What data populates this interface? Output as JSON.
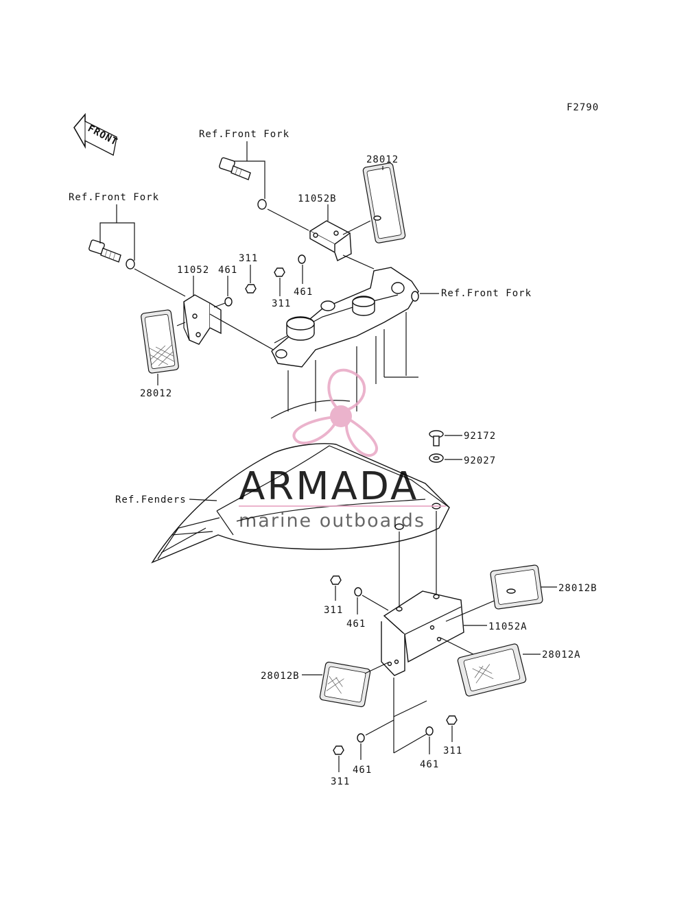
{
  "figure_code": "F2790",
  "front_arrow": "FRONT",
  "refs": {
    "front_fork_a": "Ref.Front Fork",
    "front_fork_b": "Ref.Front Fork",
    "front_fork_c": "Ref.Front Fork",
    "fenders": "Ref.Fenders"
  },
  "parts": {
    "p28012_top": "28012",
    "p11052b": "11052B",
    "p11052": "11052",
    "p461_a": "461",
    "p311_a": "311",
    "p311_b": "311",
    "p461_b": "461",
    "p28012_left": "28012",
    "p92172": "92172",
    "p92027": "92027",
    "p28012b_right": "28012B",
    "p11052a": "11052A",
    "p28012a": "28012A",
    "p311_c": "311",
    "p461_c": "461",
    "p28012b_left": "28012B",
    "p311_d": "311",
    "p461_d": "461",
    "p461_e": "461",
    "p311_e": "311"
  },
  "watermark": {
    "name": "ARMADA",
    "tagline": "marine outboards",
    "color": "#e8a6c4"
  }
}
